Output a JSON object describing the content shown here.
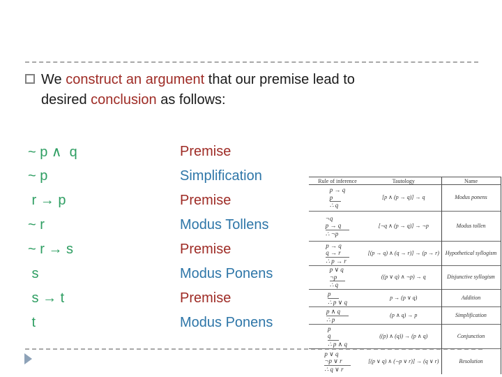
{
  "slide": {
    "colors": {
      "statement_green": "#2e9e62",
      "premise_maroon": "#9e2b25",
      "rule_blue": "#2e76a8",
      "dash_gray": "#a8a8a8",
      "nav_triangle_blue_gray": "#8da2b8"
    },
    "icons": {
      "bullet": "square-outline-bullet",
      "nav": "right-pointing-triangle"
    },
    "title": {
      "seg_we": "We ",
      "seg_construct": "construct an argument",
      "seg_that": " that our premise lead to",
      "seg_desired": "desired ",
      "seg_conclusion": "conclusion",
      "seg_follows": " as follows:"
    },
    "argument": {
      "rows": [
        {
          "statement": "~ p ∧  q",
          "justification": "Premise",
          "type": "premise"
        },
        {
          "statement": "~ p",
          "justification": "Simplification",
          "type": "rule"
        },
        {
          "statement": " r → p",
          "justification": "Premise",
          "type": "premise"
        },
        {
          "statement": "~ r",
          "justification": "Modus Tollens",
          "type": "rule"
        },
        {
          "statement": "~ r → s",
          "justification": "Premise",
          "type": "premise"
        },
        {
          "statement": " s",
          "justification": "Modus Ponens",
          "type": "rule"
        },
        {
          "statement": " s → t",
          "justification": "Premise",
          "type": "premise"
        },
        {
          "statement": " t",
          "justification": "Modus Ponens",
          "type": "rule"
        }
      ]
    },
    "reference_table": {
      "headers": [
        "Rule of inference",
        "Tautology",
        "Name"
      ],
      "rows": [
        {
          "premises": [
            "p → q",
            "p"
          ],
          "conclusion": "∴ q",
          "tautology": "[p ∧ (p → q)] → q",
          "name": "Modus ponens"
        },
        {
          "premises": [
            "¬q",
            "p → q"
          ],
          "conclusion": "∴ ¬p",
          "tautology": "[¬q ∧ (p → q)] → ¬p",
          "name": "Modus tollen"
        },
        {
          "premises": [
            "p → q",
            "q → r"
          ],
          "conclusion": "∴ p → r",
          "tautology": "[(p → q) ∧ (q → r)] → (p → r)",
          "name": "Hypothetical syllogism"
        },
        {
          "premises": [
            "p ∨ q",
            "¬p"
          ],
          "conclusion": "∴ q",
          "tautology": "((p ∨ q) ∧ ¬p) → q",
          "name": "Disjunctive syllogism"
        },
        {
          "premises": [
            "p"
          ],
          "conclusion": "∴ p ∨ q",
          "tautology": "p → (p ∨ q)",
          "name": "Addition"
        },
        {
          "premises": [
            "p ∧ q"
          ],
          "conclusion": "∴ p",
          "tautology": "(p ∧ q) → p",
          "name": "Simplification"
        },
        {
          "premises": [
            "p",
            "q"
          ],
          "conclusion": "∴ p ∧ q",
          "tautology": "((p) ∧ (q)) → (p ∧ q)",
          "name": "Conjunction"
        },
        {
          "premises": [
            "p ∨ q",
            "¬p ∨ r"
          ],
          "conclusion": "∴ q ∨ r",
          "tautology": "[(p ∨ q) ∧ (¬p ∨ r)] → (q ∨ r)",
          "name": "Resolution"
        }
      ]
    }
  }
}
